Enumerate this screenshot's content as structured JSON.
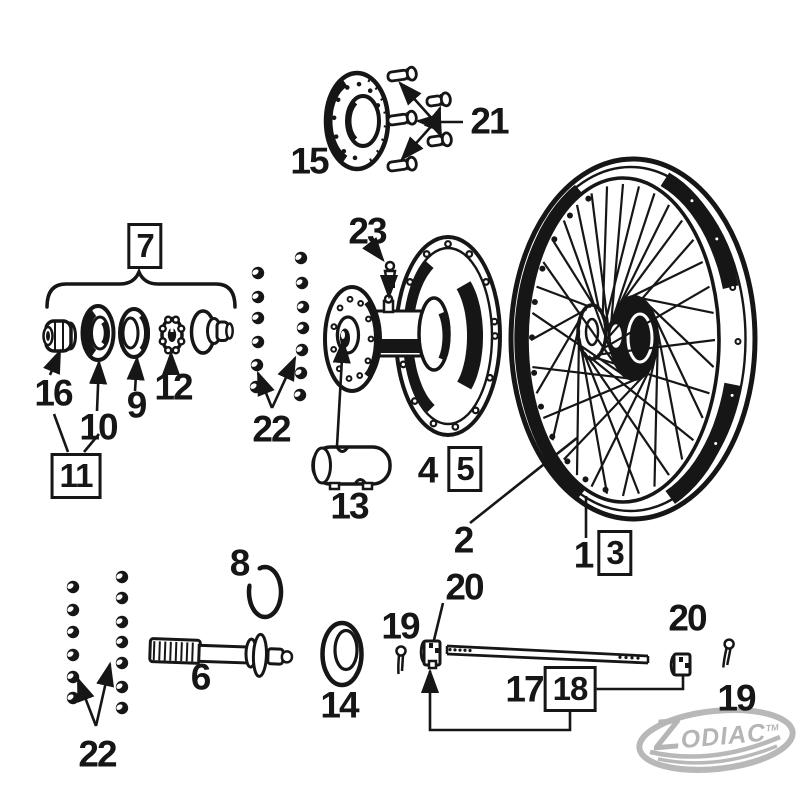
{
  "figure": {
    "type": "exploded-parts-diagram",
    "subject": "Spoked wheel and hub assembly",
    "background": "#ffffff",
    "line_color": "#161616",
    "boxed_callouts": [
      "3",
      "5",
      "7",
      "11",
      "18"
    ]
  },
  "callouts": {
    "c1": "1",
    "c2": "2",
    "c3": "3",
    "c4": "4",
    "c5": "5",
    "c6": "6",
    "c7": "7",
    "c8": "8",
    "c9": "9",
    "c10": "10",
    "c11": "11",
    "c12": "12",
    "c13": "13",
    "c14": "14",
    "c15": "15",
    "c16": "16",
    "c17": "17",
    "c18": "18",
    "c19_left": "19",
    "c19_right": "19",
    "c20_left": "20",
    "c20_right": "20",
    "c21": "21",
    "c22_mid": "22",
    "c22_bottom": "22",
    "c23": "23"
  },
  "logo": {
    "z": "Z",
    "rest": "ODIAC",
    "tm": "TM",
    "color": "#b5b5b5"
  }
}
